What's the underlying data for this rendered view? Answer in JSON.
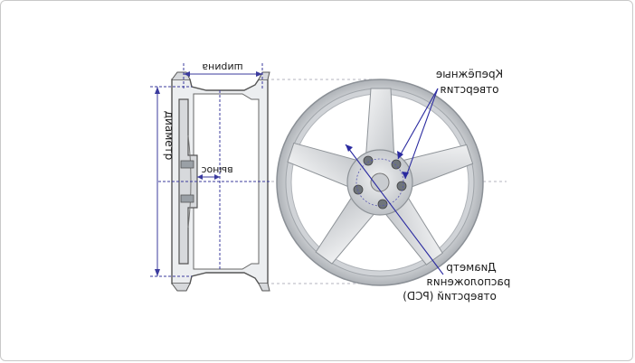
{
  "labels": {
    "width": "ширина",
    "diameter": "диаметр",
    "offset": "вынос",
    "bolt_holes": [
      "Крепёжные",
      "отверстия"
    ],
    "pcd": [
      "Диаметр",
      "расположения",
      "отверстий (PCD)"
    ]
  },
  "colors": {
    "dimension_line": "#3b3b9e",
    "rim_outline": "#555555",
    "rim_fill": "#d7d9dc",
    "wheel_fill": "#c8cbcf",
    "pointer": "#2a2aa0"
  },
  "icons": {
    "cross_section": "wheel-cross-section-icon",
    "front_view": "alloy-wheel-front-icon"
  }
}
